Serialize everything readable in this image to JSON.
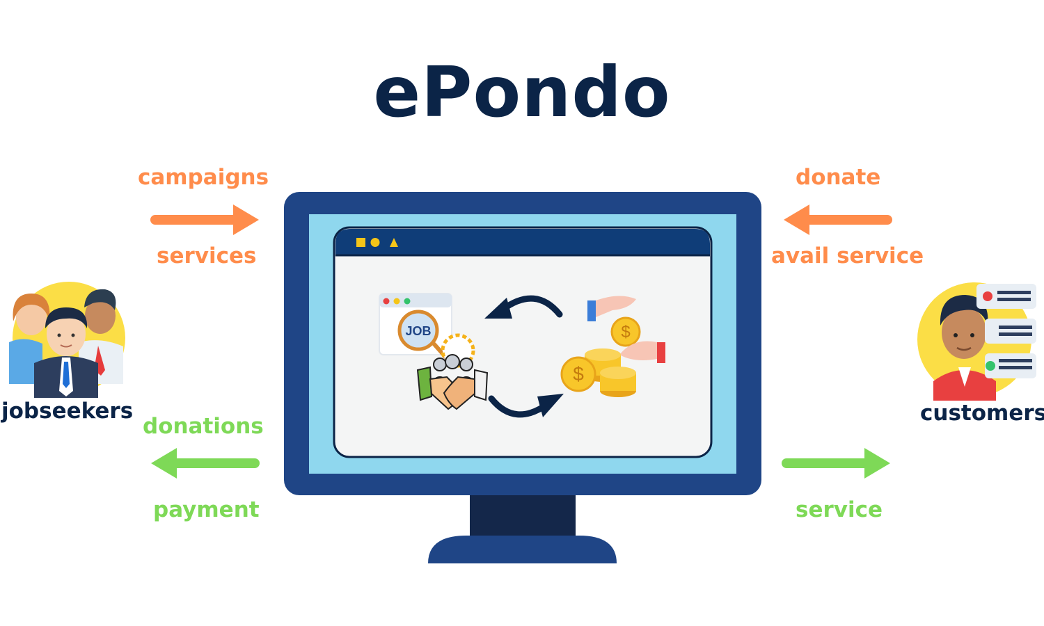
{
  "title": "ePondo",
  "colors": {
    "navy": "#0b2447",
    "orange": "#ff8c4b",
    "green": "#7ed957",
    "monitor_frame": "#1f4586",
    "monitor_screen": "#8fd7ee",
    "monitor_stand": "#14274a",
    "window_bar": "#0f3d78",
    "window_body": "#f4f5f5",
    "avatar_bg": "#fbde46"
  },
  "left_actor": {
    "label": "jobseekers",
    "icon": "jobseekers-group-icon",
    "incoming": {
      "top_label": "campaigns",
      "bottom_label": "services",
      "color": "orange"
    },
    "outgoing": {
      "top_label": "donations",
      "bottom_label": "payment",
      "color": "green"
    }
  },
  "right_actor": {
    "label": "customers",
    "icon": "customer-icon",
    "incoming": {
      "top_label": "donate",
      "bottom_label": "avail service",
      "color": "orange"
    },
    "outgoing": {
      "bottom_label": "service",
      "color": "green"
    }
  },
  "center": {
    "icon": "computer-monitor-icon",
    "window_controls": [
      "square-icon",
      "circle-icon",
      "triangle-icon"
    ],
    "screen_icons": [
      "job-search-icon",
      "handshake-team-icon",
      "cycle-arrows-icon",
      "money-exchange-icon"
    ],
    "job_badge": "JOB"
  }
}
